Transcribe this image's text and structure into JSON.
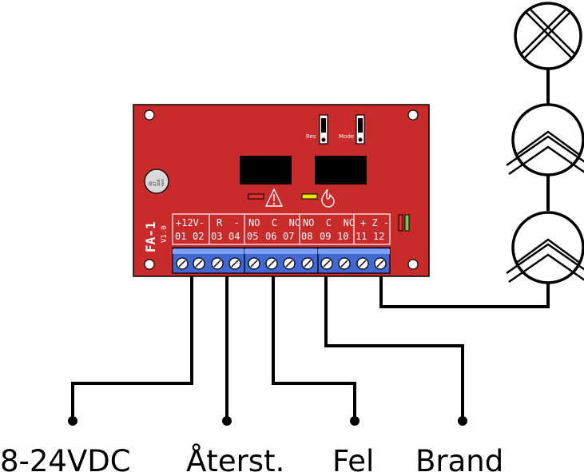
{
  "board": {
    "name": "FA-1",
    "version": "V1.0",
    "switches": [
      {
        "label": "Res"
      },
      {
        "label": "Mode"
      }
    ],
    "terminal_groups": [
      {
        "label": "+12V-",
        "terms": [
          "01",
          "02"
        ]
      },
      {
        "label": "R  -",
        "terms": [
          "03",
          "04"
        ]
      },
      {
        "label": "NO  C  NC",
        "terms": [
          "05",
          "06",
          "07"
        ]
      },
      {
        "label": "NO  C  NC",
        "terms": [
          "08",
          "09",
          "10"
        ]
      },
      {
        "label": "+ Z -",
        "terms": [
          "11",
          "12"
        ]
      }
    ],
    "capacitor_text": [
      "35",
      "47",
      "100",
      "mm"
    ]
  },
  "wires": [
    {
      "label": "8-24VDC"
    },
    {
      "label": "Återst."
    },
    {
      "label": "Fel"
    },
    {
      "label": "Brand"
    }
  ],
  "colors": {
    "board": "#c92a2a",
    "terminal": "#4169d6",
    "relay": "#000000",
    "led_red": "#e03131",
    "led_yellow": "#e6e600",
    "led_green": "#5fd35f",
    "wire": "#000000"
  }
}
